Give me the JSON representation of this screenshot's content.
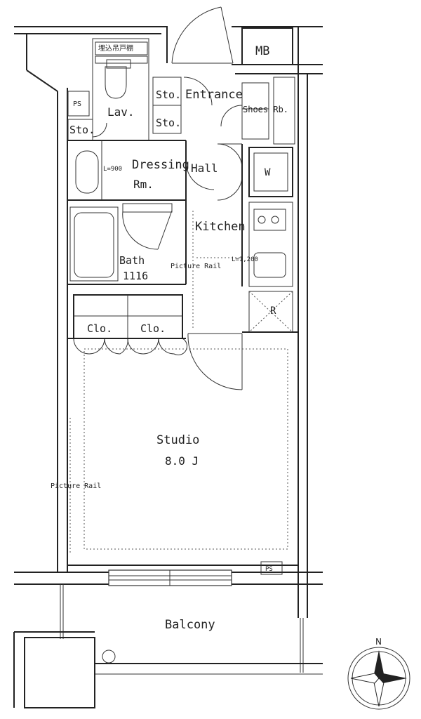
{
  "labels": {
    "mb": "MB",
    "embed_cabinet": "埋込吊戸棚",
    "ps_top": "PS",
    "sto_left": "Sto.",
    "lav": "Lav.",
    "sto_entrance": "Sto.",
    "entrance": "Entrance",
    "sto_entrance2": "Sto.",
    "shoes": "Shoes Rb.",
    "dressing": "Dressing",
    "rm": "Rm.",
    "l900": "L=900",
    "hall": "Hall",
    "washer": "W",
    "kitchen": "Kitchen",
    "bath": "Bath",
    "bath_size": "1116",
    "picture_rail_top": "Picture Rail",
    "l1200": "L=1,200",
    "fridge": "R",
    "clo1": "Clo.",
    "clo2": "Clo.",
    "studio": "Studio",
    "studio_size": "8.0 J",
    "picture_rail_left": "Picture Rail",
    "ps_bottom": "PS",
    "balcony": "Balcony",
    "north": "N"
  }
}
